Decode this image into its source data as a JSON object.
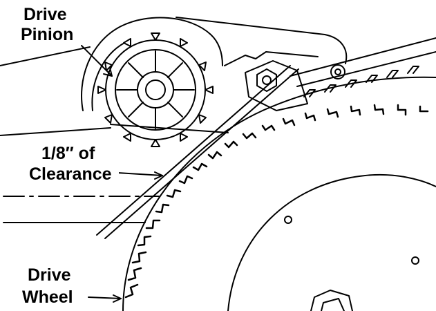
{
  "labels": {
    "drive_pinion_line1": "Drive",
    "drive_pinion_line2": "Pinion",
    "clearance_line1": "1/8″ of",
    "clearance_line2": "Clearance",
    "drive_wheel_line1": "Drive",
    "drive_wheel_line2": "Wheel"
  },
  "colors": {
    "ink": "#000000",
    "paper": "#ffffff"
  },
  "icons": [
    "nut-icon",
    "gear-icon",
    "hex-nut-icon"
  ]
}
